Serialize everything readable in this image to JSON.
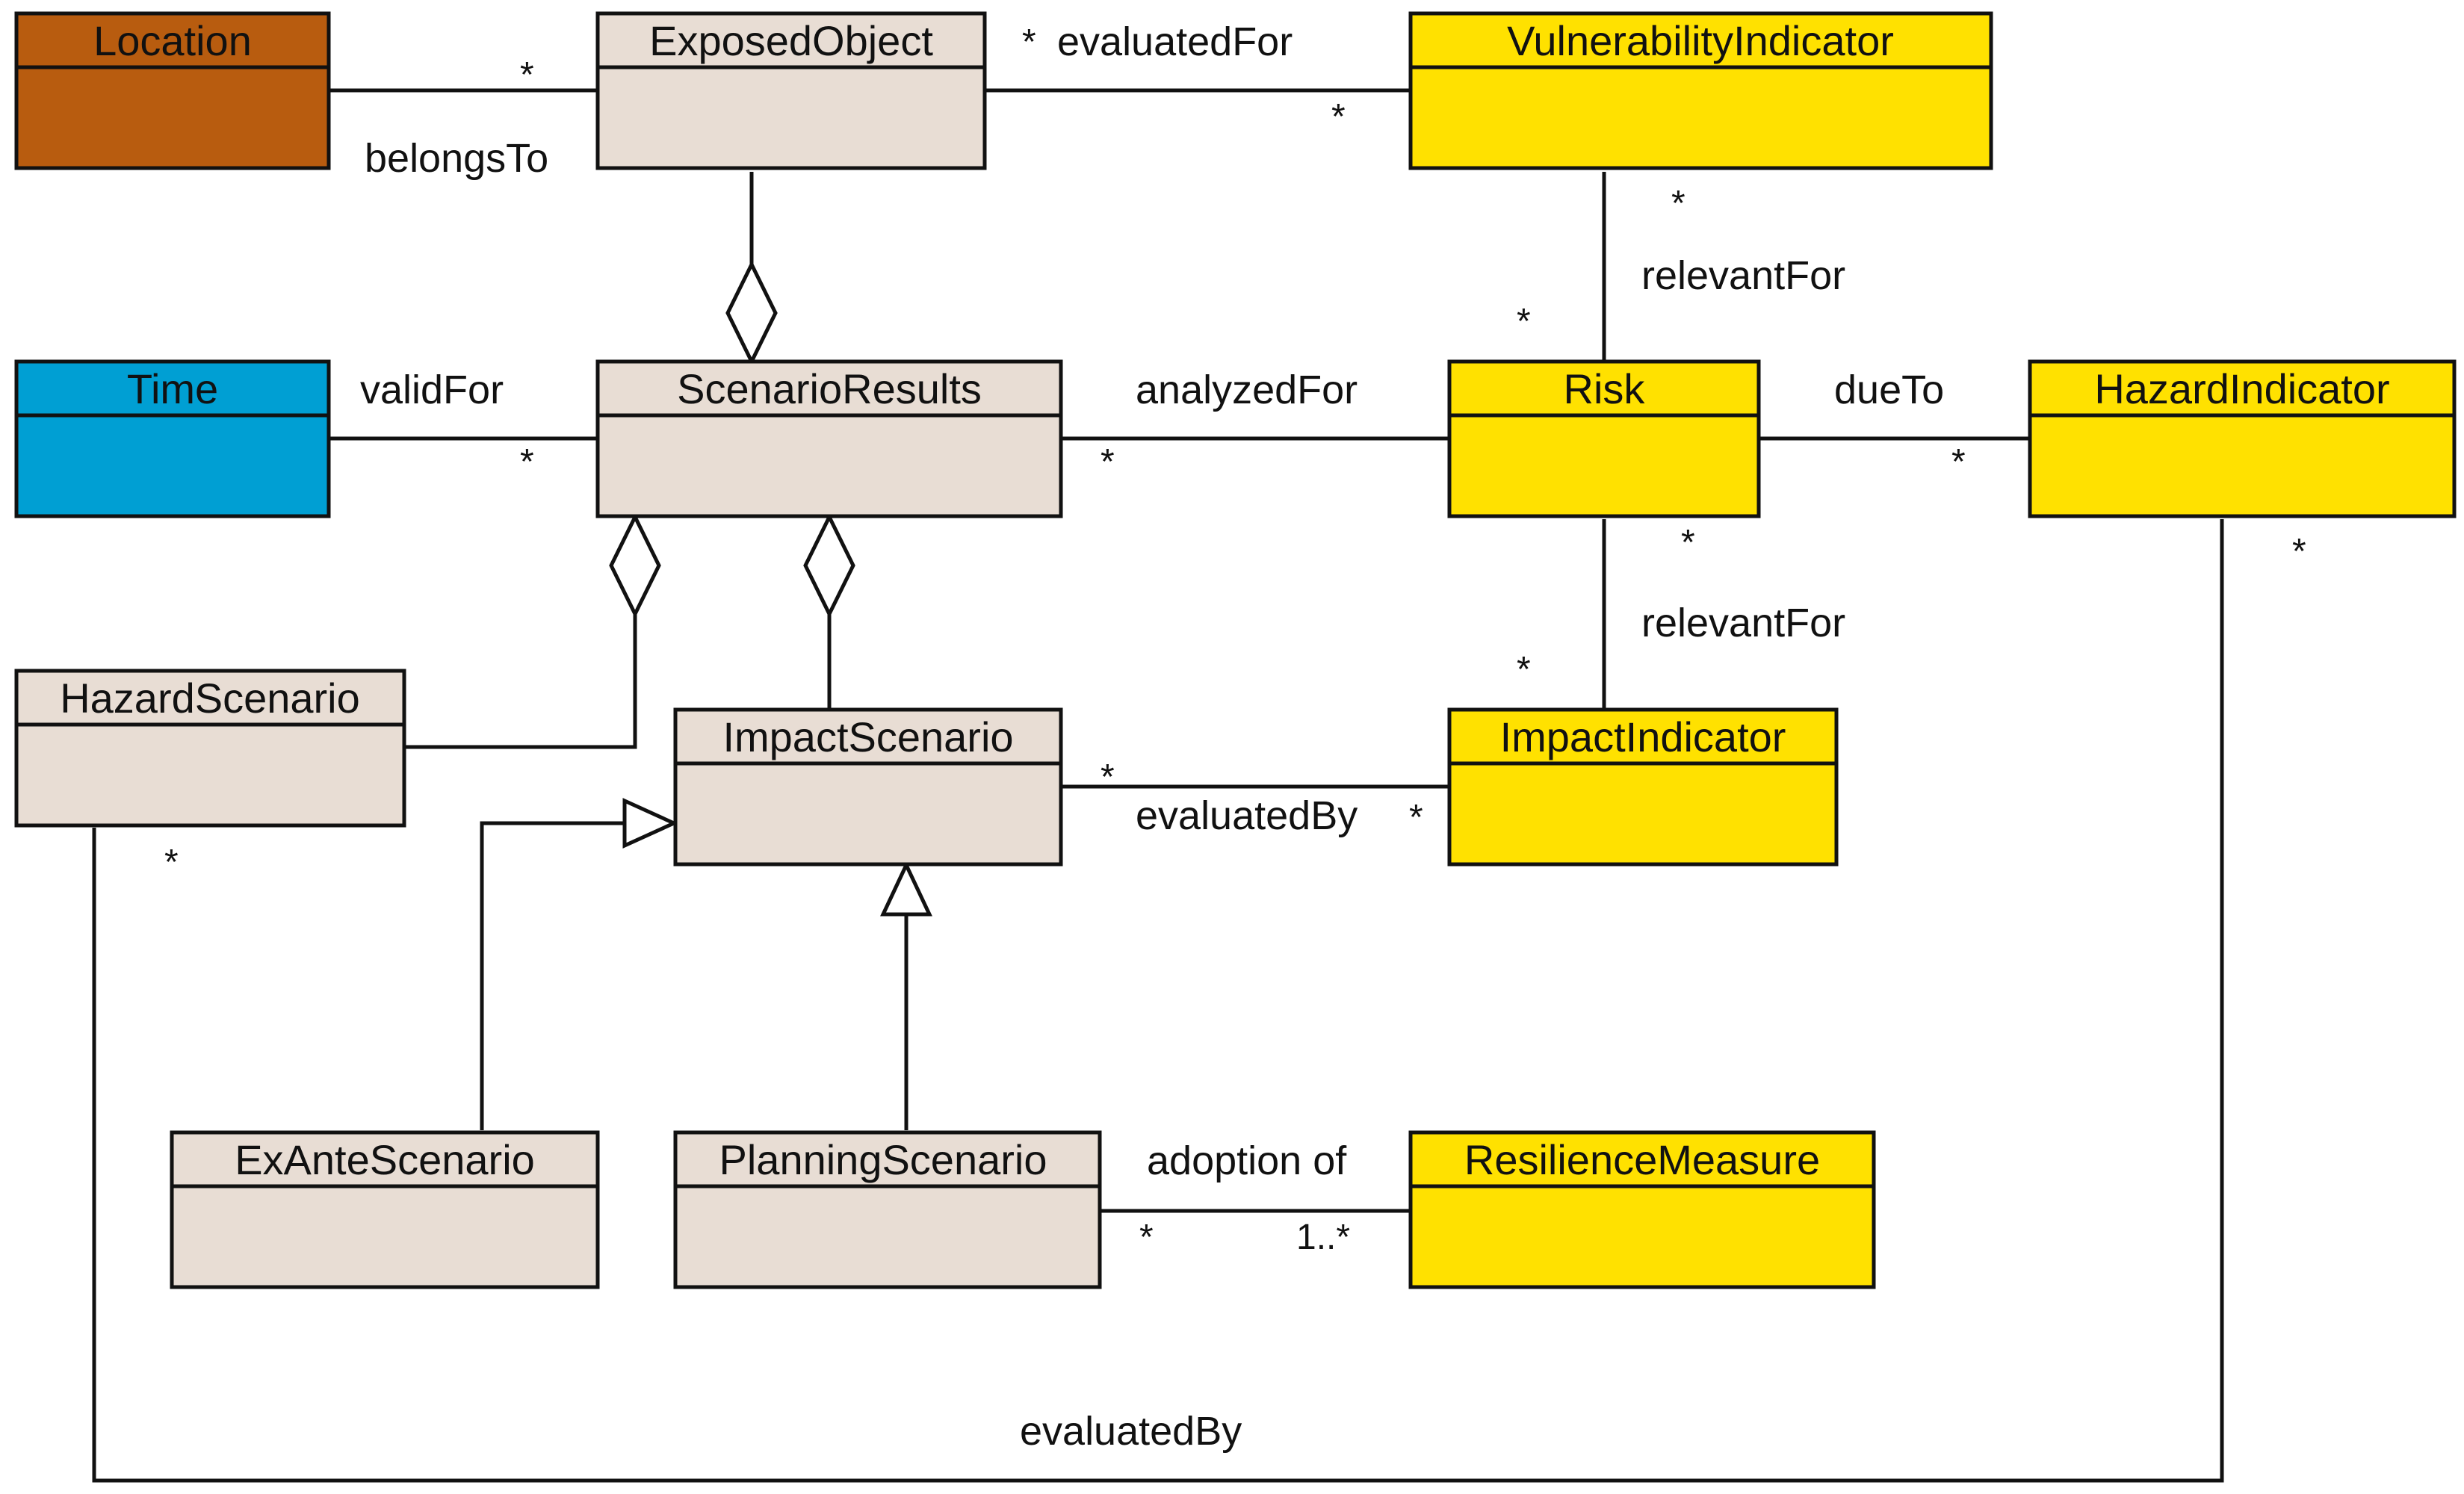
{
  "colors": {
    "location": "#B85C0F",
    "time": "#009FD3",
    "neutral": "#E8DDD4",
    "indicator": "#FFE100",
    "stroke": "#111111"
  },
  "classes": {
    "location": "Location",
    "exposed_object": "ExposedObject",
    "vulnerability_indicator": "VulnerabilityIndicator",
    "time": "Time",
    "scenario_results": "ScenarioResults",
    "risk": "Risk",
    "hazard_indicator": "HazardIndicator",
    "hazard_scenario": "HazardScenario",
    "impact_scenario": "ImpactScenario",
    "impact_indicator": "ImpactIndicator",
    "ex_ante_scenario": "ExAnteScenario",
    "planning_scenario": "PlanningScenario",
    "resilience_measure": "ResilienceMeasure"
  },
  "associations": {
    "belongs_to": "belongsTo",
    "evaluated_for": "evaluatedFor",
    "relevant_for_vulnerability": "relevantFor",
    "valid_for": "validFor",
    "analyzed_for": "analyzedFor",
    "due_to": "dueTo",
    "relevant_for_impact": "relevantFor",
    "evaluated_by_impact": "evaluatedBy",
    "adoption_of": "adoption of",
    "evaluated_by_hazard": "evaluatedBy"
  },
  "multiplicities": {
    "many": "*",
    "one_or_more": "1..*"
  }
}
